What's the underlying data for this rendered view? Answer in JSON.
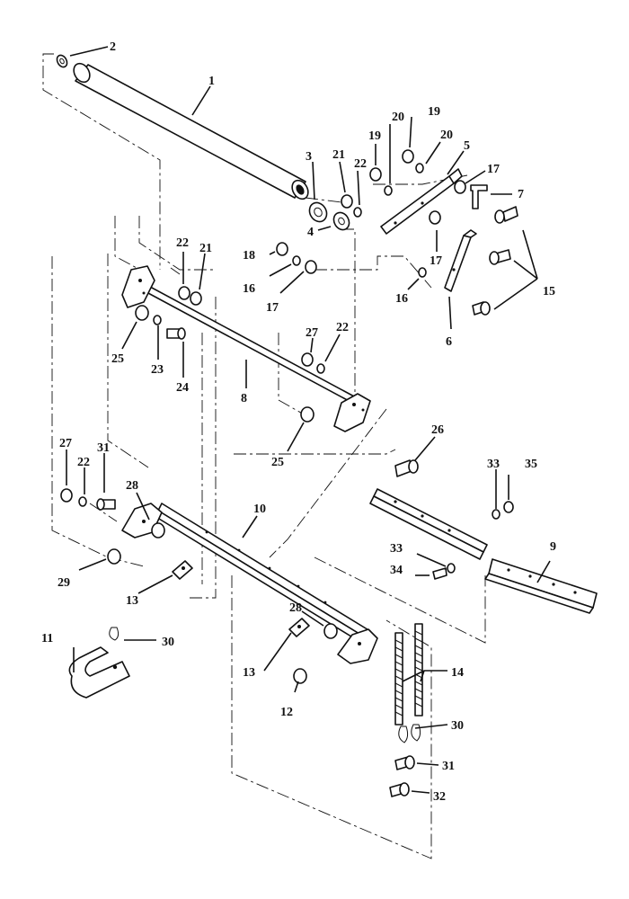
{
  "callouts": {
    "c1": "1",
    "c2": "2",
    "c3": "3",
    "c4": "4",
    "c5": "5",
    "c6": "6",
    "c7": "7",
    "c8": "8",
    "c9": "9",
    "c10": "10",
    "c11": "11",
    "c12": "12",
    "c13a": "13",
    "c13b": "13",
    "c14": "14",
    "c15": "15",
    "c16a": "16",
    "c16b": "16",
    "c17a": "17",
    "c17b": "17",
    "c17c": "17",
    "c18": "18",
    "c19a": "19",
    "c19b": "19",
    "c20a": "20",
    "c20b": "20",
    "c21a": "21",
    "c21b": "21",
    "c22a": "22",
    "c22b": "22",
    "c22c": "22",
    "c22d": "22",
    "c23": "23",
    "c24": "24",
    "c25a": "25",
    "c25b": "25",
    "c26": "26",
    "c27a": "27",
    "c27b": "27",
    "c28a": "28",
    "c28b": "28",
    "c29": "29",
    "c30a": "30",
    "c30b": "30",
    "c31a": "31",
    "c31b": "31",
    "c32": "32",
    "c33a": "33",
    "c33b": "33",
    "c34": "34",
    "c35": "35"
  },
  "colors": {
    "line": "#111111",
    "background": "#ffffff"
  }
}
